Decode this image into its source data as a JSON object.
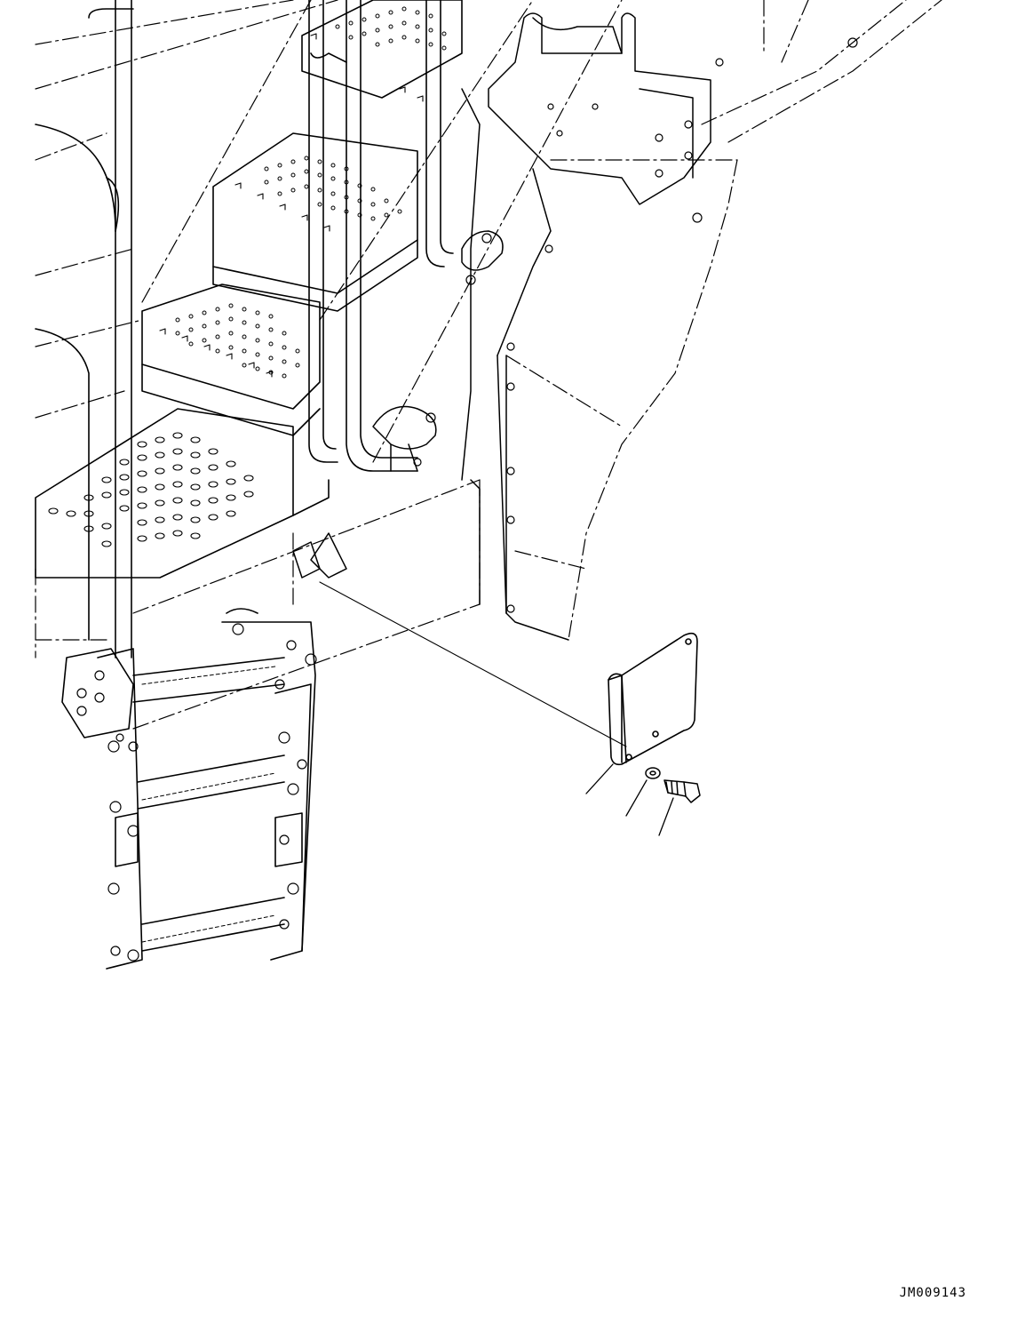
{
  "drawing": {
    "reference_code": "JM009143",
    "line_color": "#000000",
    "background_color": "#ffffff",
    "parts": [
      {
        "name": "step-frame-assembly"
      },
      {
        "name": "perforated-stair-platforms"
      },
      {
        "name": "handrail"
      },
      {
        "name": "boarding-ladder"
      },
      {
        "name": "side-cover-plate"
      },
      {
        "name": "mounting-bracket-plate"
      },
      {
        "name": "washer"
      },
      {
        "name": "bolt"
      }
    ]
  }
}
